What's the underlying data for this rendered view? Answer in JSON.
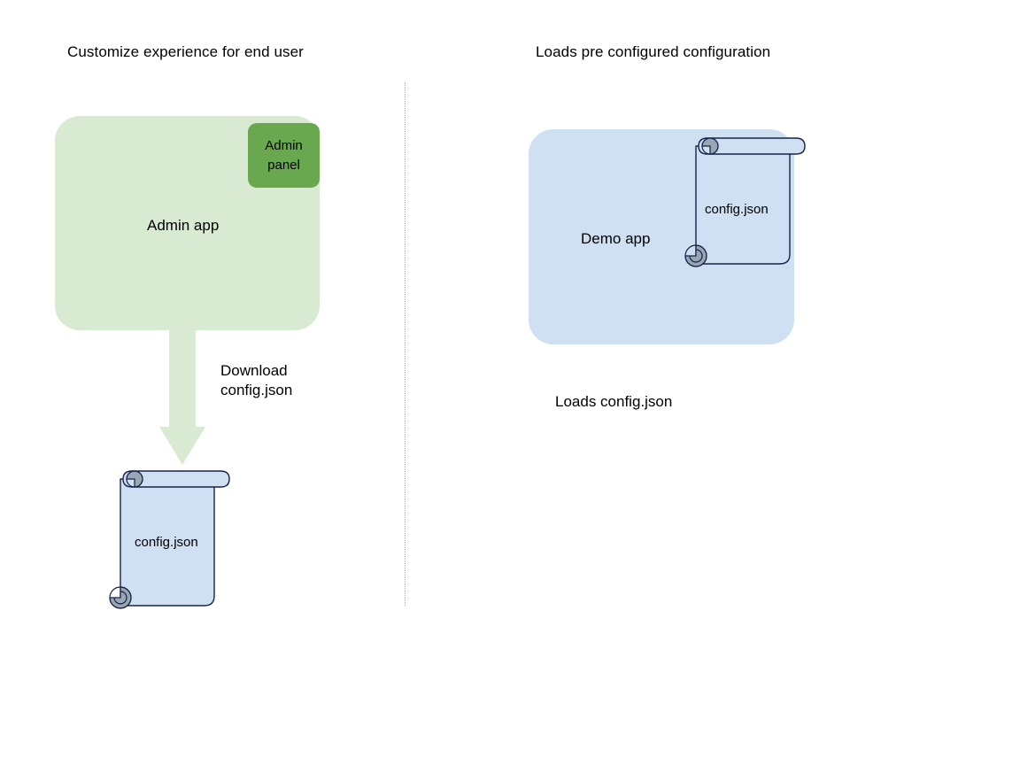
{
  "diagram": {
    "background_color": "#ffffff",
    "columns": [
      {
        "heading": "Customize experience for end user"
      },
      {
        "heading": "Loads pre configured configuration"
      }
    ],
    "left": {
      "heading": "Customize experience for end user",
      "app": {
        "label": "Admin app",
        "fill": "#d9ead3"
      },
      "sub_panel": {
        "label": "Admin\npanel",
        "fill": "#6aa84f"
      },
      "arrow": {
        "caption": "Download\nconfig.json",
        "fill": "#d9ead3",
        "direction": "down"
      },
      "document": {
        "label": "config.json",
        "fill": "#cfe0f3",
        "stroke": "#16234a",
        "curl_fill": "#9aa6b2"
      }
    },
    "right": {
      "heading": "Loads pre configured configuration",
      "app": {
        "label": "Demo app",
        "fill": "#cfe0f3"
      },
      "document": {
        "label": "config.json",
        "fill": "#cfe0f3",
        "stroke": "#16234a",
        "curl_fill": "#9aa6b2"
      },
      "caption": "Loads config.json"
    },
    "divider": {
      "style": "dotted",
      "color": "#adadad"
    }
  }
}
